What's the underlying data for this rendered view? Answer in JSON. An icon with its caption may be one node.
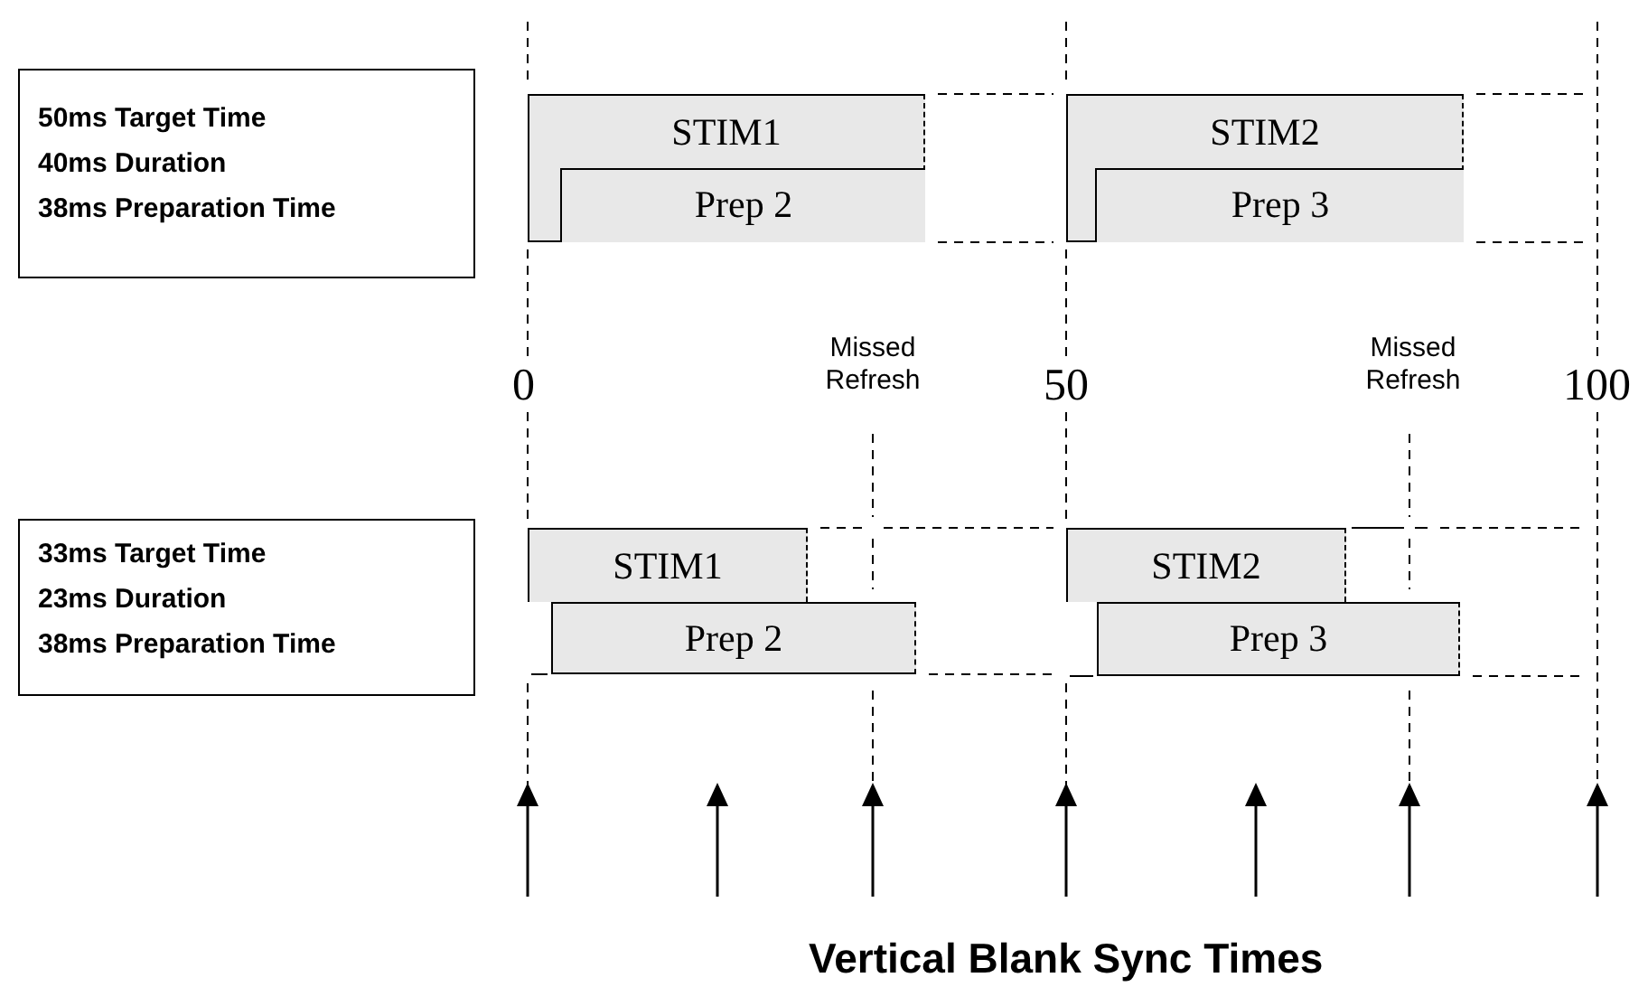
{
  "diagram": {
    "nodes": [
      {
        "text": [
          "50ms Target Time",
          "40ms Duration",
          "38ms Preparation Time"
        ]
      },
      {
        "text": [
          "STIM1"
        ]
      },
      {
        "text": [
          "Prep 2"
        ],
        "in": 1
      },
      {
        "text": [
          "STIM2"
        ]
      },
      {
        "text": [
          "Prep 3"
        ],
        "in": 3
      },
      {
        "text": [
          "33ms Target Time",
          "23ms Duration",
          "38ms Preparation Time"
        ]
      },
      {
        "text": [
          "STIM1"
        ]
      },
      {
        "text": [
          "Prep 2"
        ]
      },
      {
        "text": [
          "STIM2"
        ]
      },
      {
        "text": [
          "Prep 3"
        ]
      }
    ],
    "labels": [
      "0",
      "Missed Refresh",
      "50",
      "Missed Refresh",
      "100",
      "Vertical Blank Sync Times"
    ]
  }
}
